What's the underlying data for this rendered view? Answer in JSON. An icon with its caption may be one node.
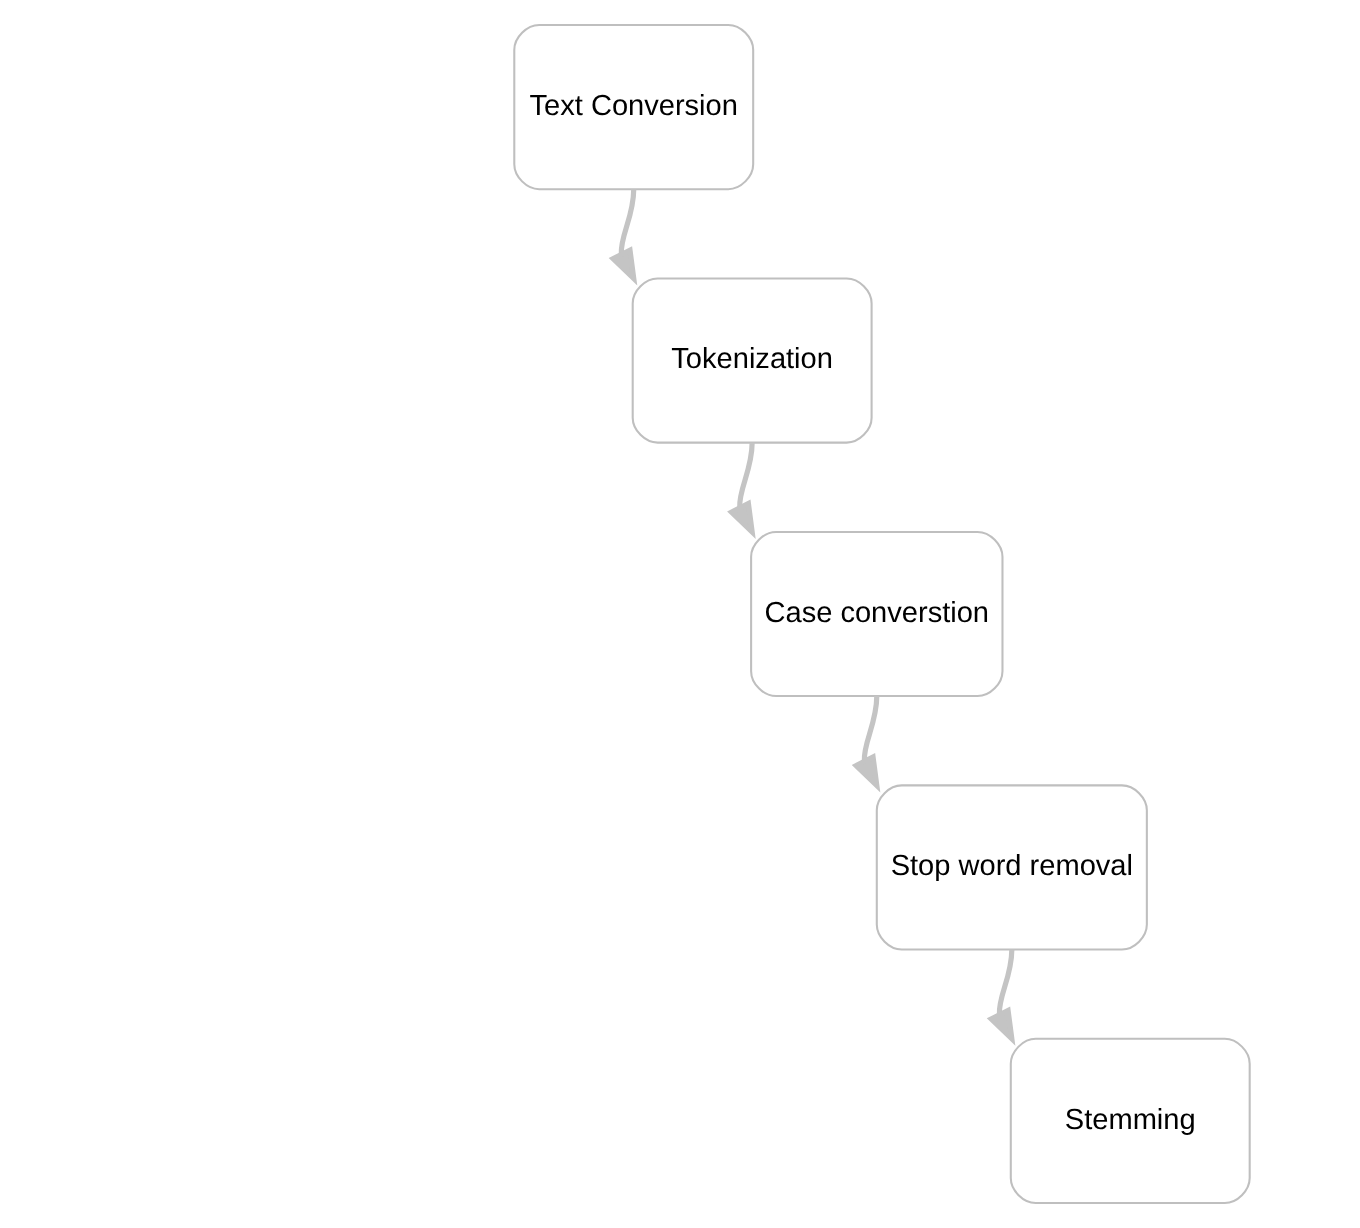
{
  "diagram": {
    "nodes": [
      {
        "text": [
          "Text Conversion"
        ]
      },
      {
        "text": [
          "Tokenization"
        ]
      },
      {
        "text": [
          "Case converstion"
        ]
      },
      {
        "text": [
          "Stop word removal"
        ]
      },
      {
        "text": [
          "Stemming"
        ]
      }
    ],
    "edges": [
      {
        "from": 0,
        "to": 1,
        "arrow": "to"
      },
      {
        "from": 1,
        "to": 2,
        "arrow": "to"
      },
      {
        "from": 2,
        "to": 3,
        "arrow": "to"
      },
      {
        "from": 3,
        "to": 4,
        "arrow": "to"
      }
    ]
  }
}
